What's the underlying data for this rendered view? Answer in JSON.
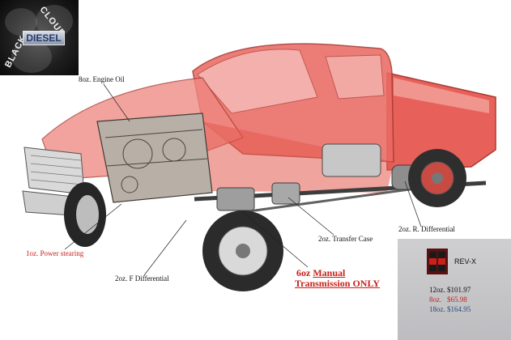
{
  "logo": {
    "word_left": "BLACK",
    "word_right": "CLOUD",
    "badge": "DIESEL"
  },
  "callouts": {
    "engine_oil": "8oz. Engine Oil",
    "power_steering": "1oz. Power stearing",
    "f_differential": "2oz. F Differential",
    "transfer_case": "2oz. Transfer Case",
    "r_differential": "2oz. R. Differential",
    "manual_amount": "6oz",
    "manual_word": "Manual",
    "manual_line2": "Transmission ONLY"
  },
  "product": {
    "label": "REV-X"
  },
  "prices": [
    {
      "text": "12oz. $101.97",
      "color": "#111111"
    },
    {
      "text": "8oz.   $65.98",
      "color": "#c8201a"
    },
    {
      "text": "18oz. $164.95",
      "color": "#2e4a7a"
    }
  ],
  "colors": {
    "truck_body": "#e45a4e",
    "callout_red": "#c8201a"
  }
}
